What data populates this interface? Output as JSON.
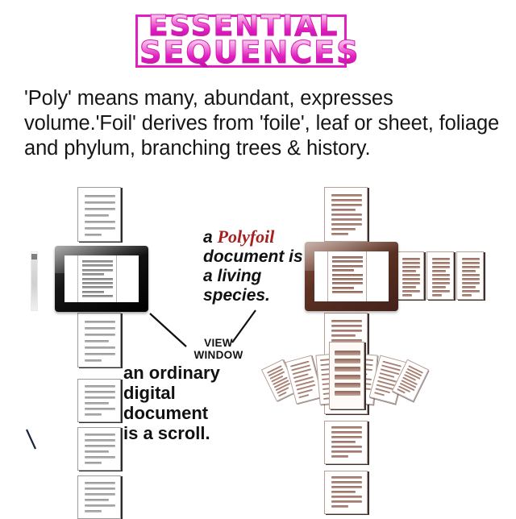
{
  "title": {
    "line1": "ESSENTIAL",
    "line2": "SEQUENCES",
    "color": "#e11ec0",
    "border_color": "#e11ec0"
  },
  "intro": {
    "text": "'Poly' means many, abundant, expresses volume.'Foil' derives from 'foile', leaf or sheet, foliage and phylum, branching trees & history."
  },
  "callouts": {
    "polyfoil": {
      "prefix": "a ",
      "emphasis": "Polyfoil",
      "emphasis_color": "#a81f1f",
      "rest": " document is a living species."
    },
    "scroll": {
      "text": "an ordinary digital document is a scroll."
    },
    "view_window": {
      "line1": "VIEW",
      "line2": "WINDOW"
    }
  },
  "diagram": {
    "left_label": "ordinary digital document scroll",
    "right_label": "polyfoil living document",
    "left_frame_color": "#000000",
    "right_frame_color": "#5d3224",
    "left_page_ink": "#8d8d8d",
    "right_page_ink": "#8c6256"
  }
}
